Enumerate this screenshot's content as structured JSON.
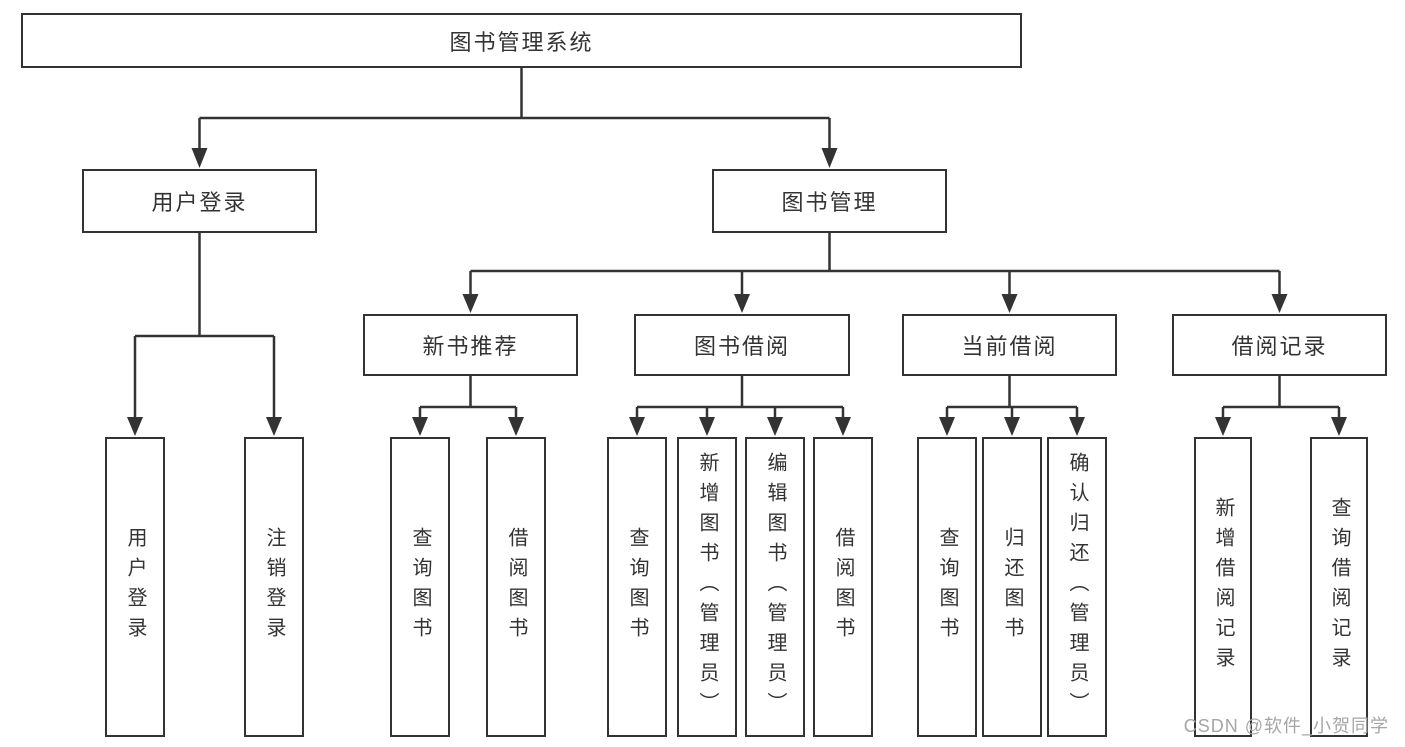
{
  "tree": {
    "label": "图书管理系统",
    "children": [
      {
        "label": "用户登录",
        "children": [
          {
            "label": "用户登录"
          },
          {
            "label": "注销登录"
          }
        ]
      },
      {
        "label": "图书管理",
        "children": [
          {
            "label": "新书推荐",
            "children": [
              {
                "label": "查询图书"
              },
              {
                "label": "借阅图书"
              }
            ]
          },
          {
            "label": "图书借阅",
            "children": [
              {
                "label": "查询图书"
              },
              {
                "label": "新增图书（管理员）"
              },
              {
                "label": "编辑图书（管理员）"
              },
              {
                "label": "借阅图书"
              }
            ]
          },
          {
            "label": "当前借阅",
            "children": [
              {
                "label": "查询图书"
              },
              {
                "label": "归还图书"
              },
              {
                "label": "确认归还（管理员）"
              }
            ]
          },
          {
            "label": "借阅记录",
            "children": [
              {
                "label": "新增借阅记录"
              },
              {
                "label": "查询借阅记录"
              }
            ]
          }
        ]
      }
    ]
  },
  "watermark": "CSDN @软件_小贺同学",
  "colors": {
    "line": "#333333",
    "box_border": "#333333",
    "box_fill": "#ffffff",
    "text": "#333333",
    "watermark": "#a6a6a6"
  }
}
